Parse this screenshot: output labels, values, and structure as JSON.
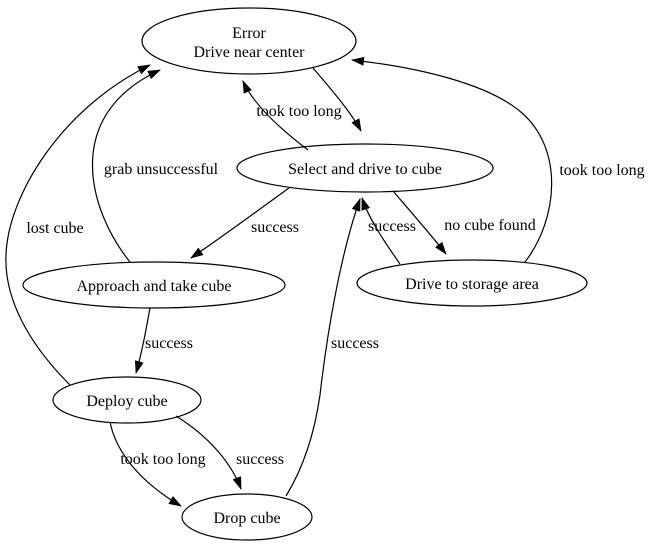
{
  "diagram": {
    "kind": "state-machine-graph",
    "colors": {
      "background": "#ffffff",
      "node_fill": "#ffffff",
      "stroke": "#000000",
      "text": "#000000"
    },
    "nodes": [
      {
        "id": "error",
        "label": "Error",
        "label2": "Drive near center"
      },
      {
        "id": "select",
        "label": "Select and drive to cube"
      },
      {
        "id": "approach",
        "label": "Approach and take cube"
      },
      {
        "id": "storage",
        "label": "Drive to storage area"
      },
      {
        "id": "deploy",
        "label": "Deploy cube"
      },
      {
        "id": "drop",
        "label": "Drop cube"
      }
    ],
    "edges": [
      {
        "from": "select",
        "to": "error",
        "label": "took too long"
      },
      {
        "from": "error",
        "to": "select",
        "label": ""
      },
      {
        "from": "approach",
        "to": "error",
        "label": "grab unsuccessful"
      },
      {
        "from": "deploy",
        "to": "error",
        "label": "lost cube"
      },
      {
        "from": "select",
        "to": "approach",
        "label": "success"
      },
      {
        "from": "storage",
        "to": "select",
        "label": "success"
      },
      {
        "from": "select",
        "to": "storage",
        "label": "no cube found"
      },
      {
        "from": "storage",
        "to": "error",
        "label": "took too long"
      },
      {
        "from": "approach",
        "to": "deploy",
        "label": "success"
      },
      {
        "from": "deploy",
        "to": "drop",
        "label": "took too long"
      },
      {
        "from": "deploy",
        "to": "drop",
        "label": "success"
      },
      {
        "from": "drop",
        "to": "select",
        "label": "success"
      }
    ]
  }
}
